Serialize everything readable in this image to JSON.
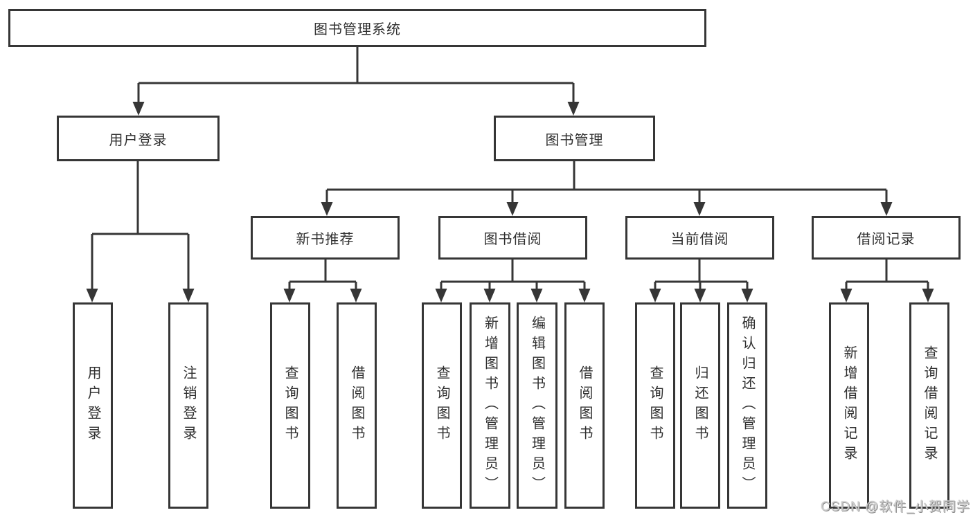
{
  "diagram": {
    "root": {
      "label": "图书管理系统"
    },
    "branches": [
      {
        "label": "用户登录",
        "children": [
          {
            "label": "用户登录"
          },
          {
            "label": "注销登录"
          }
        ]
      },
      {
        "label": "图书管理",
        "children": [
          {
            "label": "新书推荐",
            "children": [
              {
                "label": "查询图书"
              },
              {
                "label": "借阅图书"
              }
            ]
          },
          {
            "label": "图书借阅",
            "children": [
              {
                "label": "查询图书"
              },
              {
                "label": "新增图书（管理员）"
              },
              {
                "label": "编辑图书（管理员）"
              },
              {
                "label": "借阅图书"
              }
            ]
          },
          {
            "label": "当前借阅",
            "children": [
              {
                "label": "查询图书"
              },
              {
                "label": "归还图书"
              },
              {
                "label": "确认归还（管理员）"
              }
            ]
          },
          {
            "label": "借阅记录",
            "children": [
              {
                "label": "新增借阅记录"
              },
              {
                "label": "查询借阅记录"
              }
            ]
          }
        ]
      }
    ]
  },
  "watermark": {
    "text": "CSDN @软件_小贺同学"
  },
  "colors": {
    "line": "#363636",
    "box_border": "#363636",
    "text": "#2f2f2f",
    "background": "#ffffff",
    "watermark": "#cccccc"
  }
}
